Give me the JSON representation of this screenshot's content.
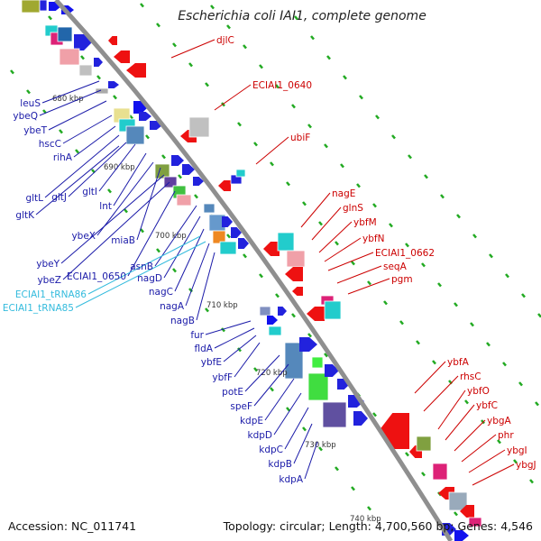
{
  "title": "Escherichia coli IAI1, complete genome",
  "footer": {
    "accession": "Accession: NC_011741",
    "summary": "Topology: circular; Length: 4,700,560 bp; Genes: 4,546"
  },
  "colors": {
    "forward_label": "#1a1aa8",
    "reverse_label": "#cc0000",
    "trna_label": "#33bbdd",
    "backbone": "#8f8f8f",
    "tick": "#22aa22"
  },
  "scale_labels": [
    "680 kbp",
    "690 kbp",
    "700 kbp",
    "710 kbp",
    "720 kbp",
    "730 kbp",
    "740 kbp"
  ],
  "forward_genes": [
    "leuS",
    "ybeQ",
    "ybeT",
    "hscC",
    "rihA",
    "gltL",
    "gltJ",
    "gltI",
    "gltK",
    "lnt",
    "ybeX",
    "miaB",
    "ybeY",
    "ybeZ",
    "ECIAI1_0650",
    "asnB",
    "nagD",
    "nagC",
    "nagA",
    "nagB",
    "fur",
    "fldA",
    "ybfE",
    "ybfF",
    "potE",
    "speF",
    "kdpE",
    "kdpD",
    "kdpC",
    "kdpB",
    "kdpA"
  ],
  "trna_genes": [
    "ECIAI1_tRNA86",
    "ECIAI1_tRNA85"
  ],
  "reverse_genes": [
    "djlC",
    "ECIAI1_0640",
    "ubiF",
    "nagE",
    "glnS",
    "ybfM",
    "ybfN",
    "ECIAI1_0662",
    "seqA",
    "pgm",
    "ybfA",
    "rhsC",
    "ybfO",
    "ybfC",
    "ybgA",
    "phr",
    "ybgI",
    "ybgJ"
  ]
}
